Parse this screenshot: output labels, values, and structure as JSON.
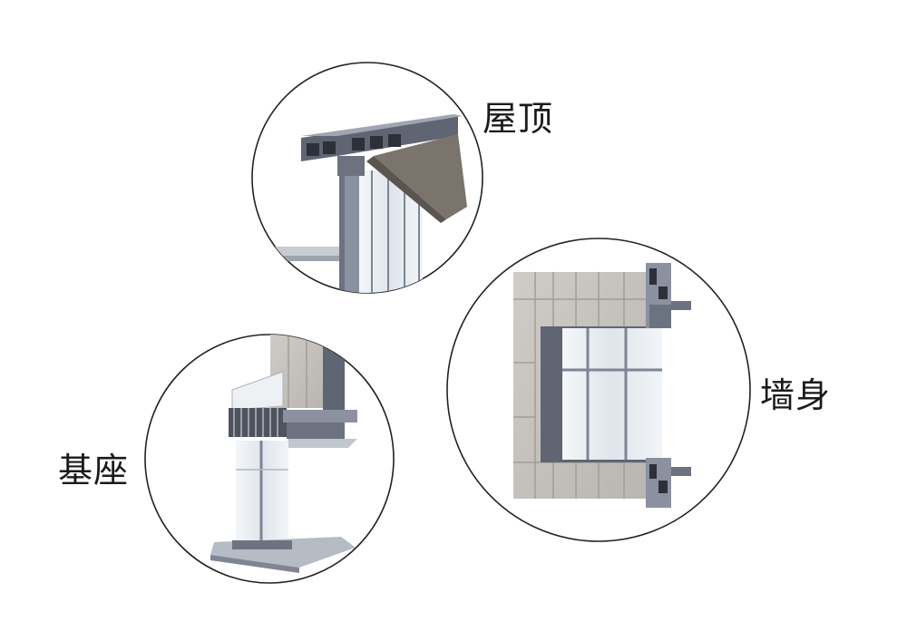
{
  "labels": {
    "roof": "屋顶",
    "wall": "墙身",
    "base": "基座"
  },
  "colors": {
    "frame_dark": "#5f6572",
    "frame_mid": "#8b91a0",
    "frame_light": "#b8bdc8",
    "stone": "#c9c6c2",
    "stone_dark": "#a9a6a2",
    "glass": "#e6ecf1",
    "panel_brown": "#7b746c",
    "outline": "#222222"
  }
}
